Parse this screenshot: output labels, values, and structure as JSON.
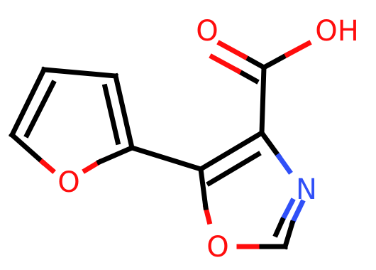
{
  "atoms": {
    "carbonyl_o": "O",
    "hydroxyl": "OH",
    "furan_o": "O",
    "oxazole_n": "N",
    "oxazole_o": "O"
  },
  "colors": {
    "bond": "#000000",
    "oxygen": "#ff0d0d",
    "nitrogen": "#3050f8",
    "background": "#ffffff"
  }
}
